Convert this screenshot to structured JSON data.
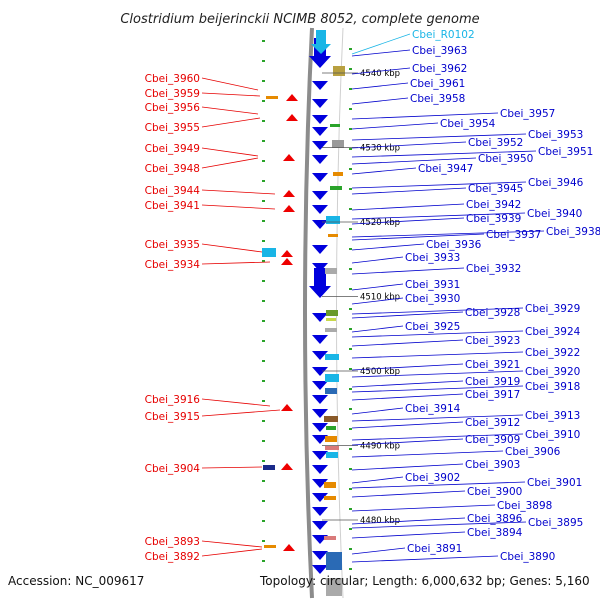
{
  "title": "Clostridium beijerinckii NCIMB 8052, complete genome",
  "accession": "Accession: NC_009617",
  "topology": "Topology: circular; Length: 6,000,632 bp; Genes: 5,160",
  "colors": {
    "left_label": "#e60000",
    "right_label": "#0000cc",
    "highlight_label": "#19b5e6",
    "backbone": "#8c8c8c",
    "tick_dot": "#2aa32a"
  },
  "ticks": [
    {
      "label": "4540 kbp",
      "pos": 4540
    },
    {
      "label": "4530 kbp",
      "pos": 4530
    },
    {
      "label": "4520 kbp",
      "pos": 4520
    },
    {
      "label": "4510 kbp",
      "pos": 4510
    },
    {
      "label": "4500 kbp",
      "pos": 4500
    },
    {
      "label": "4490 kbp",
      "pos": 4490
    },
    {
      "label": "4480 kbp",
      "pos": 4480
    }
  ],
  "left_genes": [
    "Cbei_3960",
    "Cbei_3959",
    "Cbei_3956",
    "Cbei_3955",
    "Cbei_3949",
    "Cbei_3948",
    "Cbei_3944",
    "Cbei_3941",
    "Cbei_3935",
    "Cbei_3934",
    "Cbei_3916",
    "Cbei_3915",
    "Cbei_3904",
    "Cbei_3893",
    "Cbei_3892"
  ],
  "right_genes": [
    "Cbei_R0102",
    "Cbei_3963",
    "Cbei_3962",
    "Cbei_3961",
    "Cbei_3958",
    "Cbei_3957",
    "Cbei_3954",
    "Cbei_3953",
    "Cbei_3952",
    "Cbei_3951",
    "Cbei_3950",
    "Cbei_3947",
    "Cbei_3946",
    "Cbei_3945",
    "Cbei_3942",
    "Cbei_3940",
    "Cbei_3939",
    "Cbei_3938",
    "Cbei_3937",
    "Cbei_3936",
    "Cbei_3933",
    "Cbei_3932",
    "Cbei_3931",
    "Cbei_3930",
    "Cbei_3929",
    "Cbei_3928",
    "Cbei_3925",
    "Cbei_3924",
    "Cbei_3923",
    "Cbei_3922",
    "Cbei_3921",
    "Cbei_3920",
    "Cbei_3919",
    "Cbei_3918",
    "Cbei_3917",
    "Cbei_3914",
    "Cbei_3913",
    "Cbei_3912",
    "Cbei_3910",
    "Cbei_3909",
    "Cbei_3906",
    "Cbei_3903",
    "Cbei_3902",
    "Cbei_3901",
    "Cbei_3900",
    "Cbei_3898",
    "Cbei_3896",
    "Cbei_3895",
    "Cbei_3894",
    "Cbei_3891",
    "Cbei_3890"
  ]
}
